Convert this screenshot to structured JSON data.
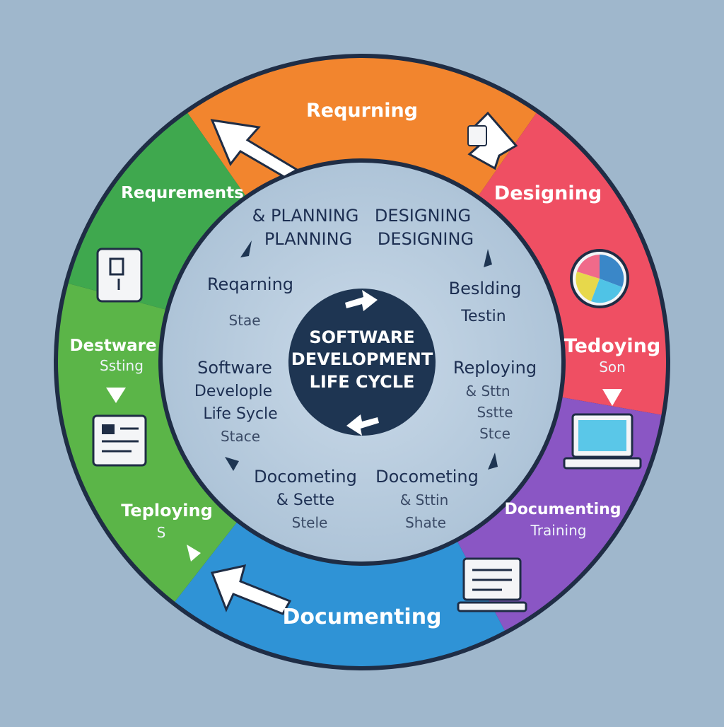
{
  "center": {
    "lines": [
      "SOFTWARE",
      "DEVELOPMENT",
      "LIFE CYCLE"
    ]
  },
  "outer_ring": {
    "colors": {
      "orange": "#f2852e",
      "red": "#ef4f63",
      "purple": "#8a56c4",
      "blue": "#2f93d6",
      "green": "#5bb548",
      "teal_green": "#3fa84e"
    },
    "labels": {
      "top": "Requrning",
      "top_right": "Designing",
      "right_1": "Tedoying",
      "right_1_sub": "Son",
      "right_2": "Documenting",
      "right_2_sub": "Training",
      "bottom": "Documenting",
      "left_1": "Requrements",
      "left_2": "Destware",
      "left_2_sub": "Ssting",
      "left_3": "Teploying",
      "left_3_sub": "S"
    }
  },
  "inner_ring": {
    "planning_1": "& PLANNING",
    "planning_2": "PLANNING",
    "designing_1": "DESIGNING",
    "designing_2": "DESIGNING",
    "regarning": "Reqarning",
    "stae": "Stae",
    "software_1": "Software",
    "software_2": "Develople",
    "software_3": "Life Sycle",
    "software_4": "Stace",
    "beslding": "Beslding",
    "testin": "Testin",
    "reploying_1": "Reploying",
    "reploying_2": "& Sttn",
    "reploying_3": "Sstte",
    "reploying_4": "Stce",
    "docometing_left_1": "Docometing",
    "docometing_left_2": "& Sette",
    "docometing_left_3": "Stele",
    "docometing_right_1": "Docometing",
    "docometing_right_2": "& Sttin",
    "docometing_right_3": "Shate"
  }
}
